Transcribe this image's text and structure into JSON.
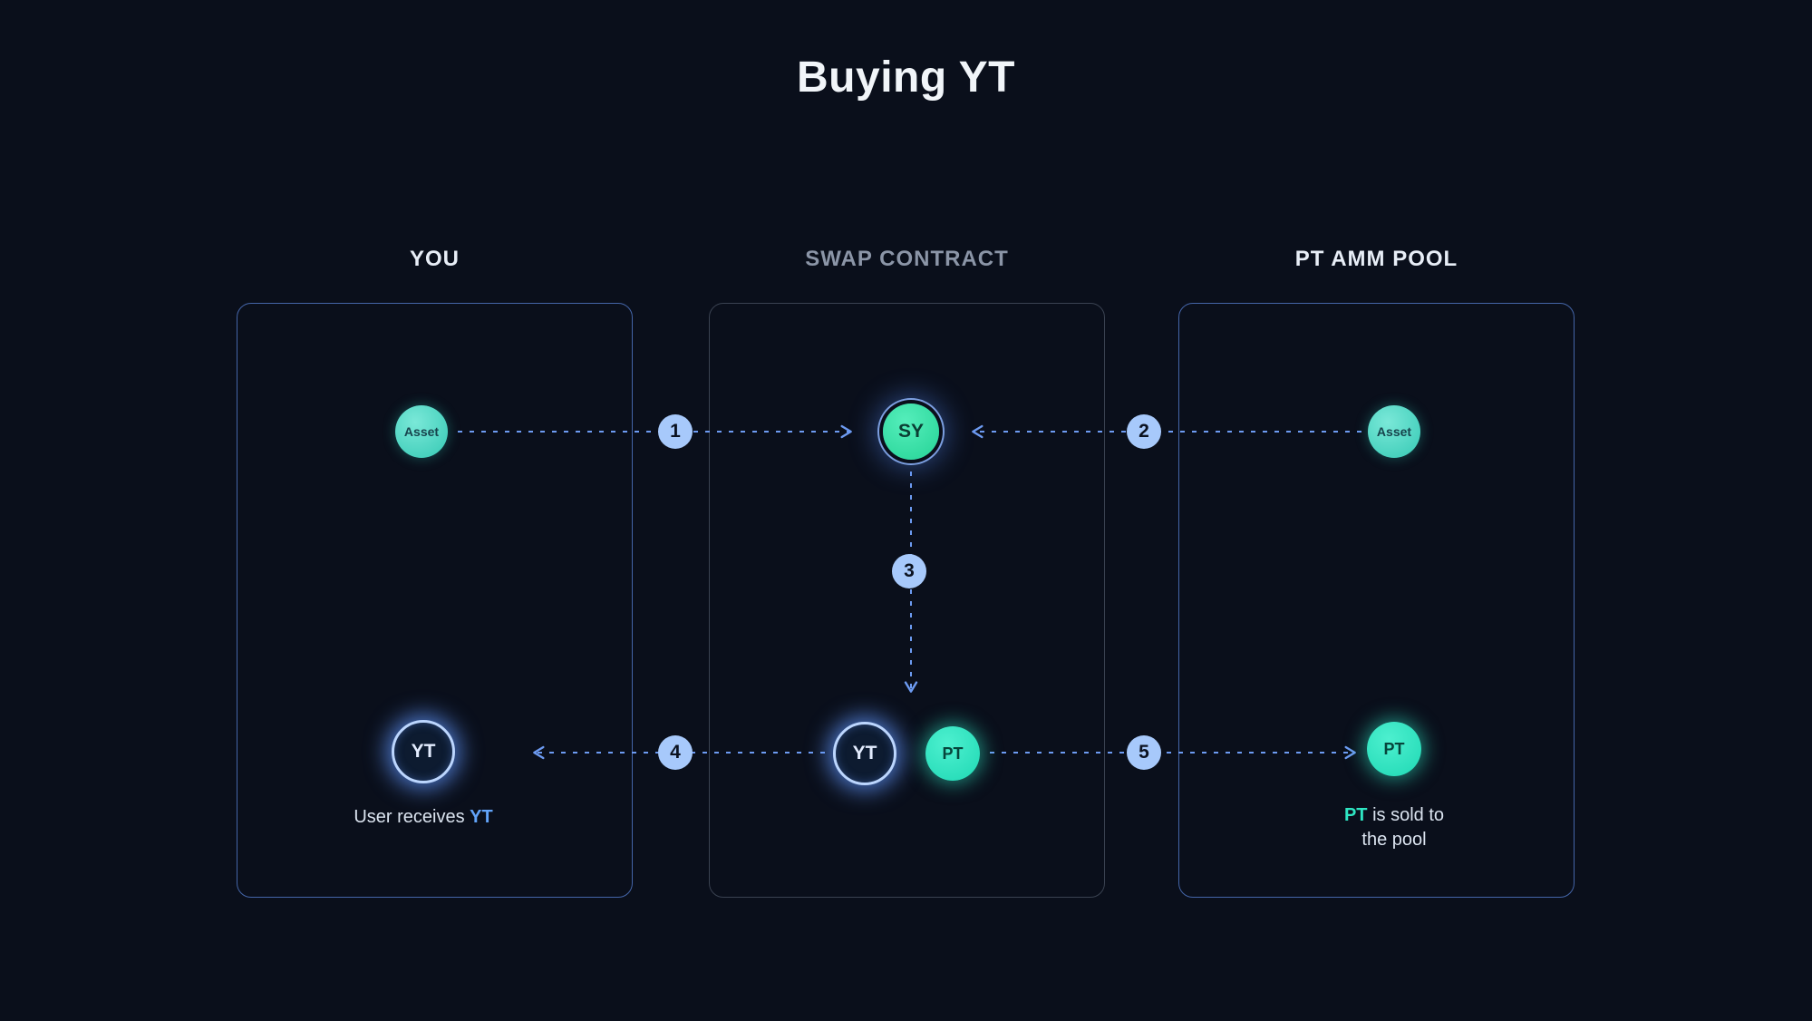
{
  "title": "Buying YT",
  "columns": {
    "you": {
      "header": "YOU"
    },
    "swap": {
      "header": "SWAP CONTRACT"
    },
    "pool": {
      "header": "PT AMM POOL"
    }
  },
  "tokens": {
    "asset_you": "Asset",
    "sy": "SY",
    "asset_pool": "Asset",
    "yt_you": "YT",
    "yt_swap": "YT",
    "pt_swap": "PT",
    "pt_pool": "PT"
  },
  "steps": [
    "1",
    "2",
    "3",
    "4",
    "5"
  ],
  "captions": {
    "you": {
      "prefix": "User receives ",
      "highlight": "YT"
    },
    "pool": {
      "highlight": "PT",
      "rest": " is sold to",
      "line2": "the pool"
    }
  },
  "colors": {
    "background": "#0a0f1b",
    "arrow_blue": "#6d9bf2",
    "badge_fill": "#a7c9fb",
    "teal_token": "#2dd4bf",
    "green_token": "#2fe6a8",
    "yt_ring": "#bcd6fe",
    "blue_border": "#6494f5",
    "gray_border": "#94a3b8"
  }
}
